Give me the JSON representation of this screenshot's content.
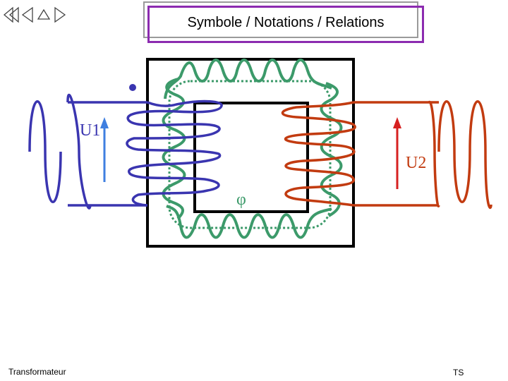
{
  "slide": {
    "title": "Symbole / Notations / Relations",
    "footer_left": "Transformateur",
    "footer_right": "TS"
  },
  "nav": {
    "icons": [
      "first-slide-icon",
      "previous-slide-icon",
      "home-icon",
      "next-slide-icon"
    ]
  },
  "diagram": {
    "primary_voltage_label": "U1",
    "secondary_voltage_label": "U2",
    "flux_label": "φ",
    "colors": {
      "primary": "#3a35b0",
      "secondary": "#c23b10",
      "flux": "#3c9a6a",
      "primary_arrow": "#3f7fe0",
      "secondary_arrow": "#d62020",
      "core": "#000000"
    }
  }
}
